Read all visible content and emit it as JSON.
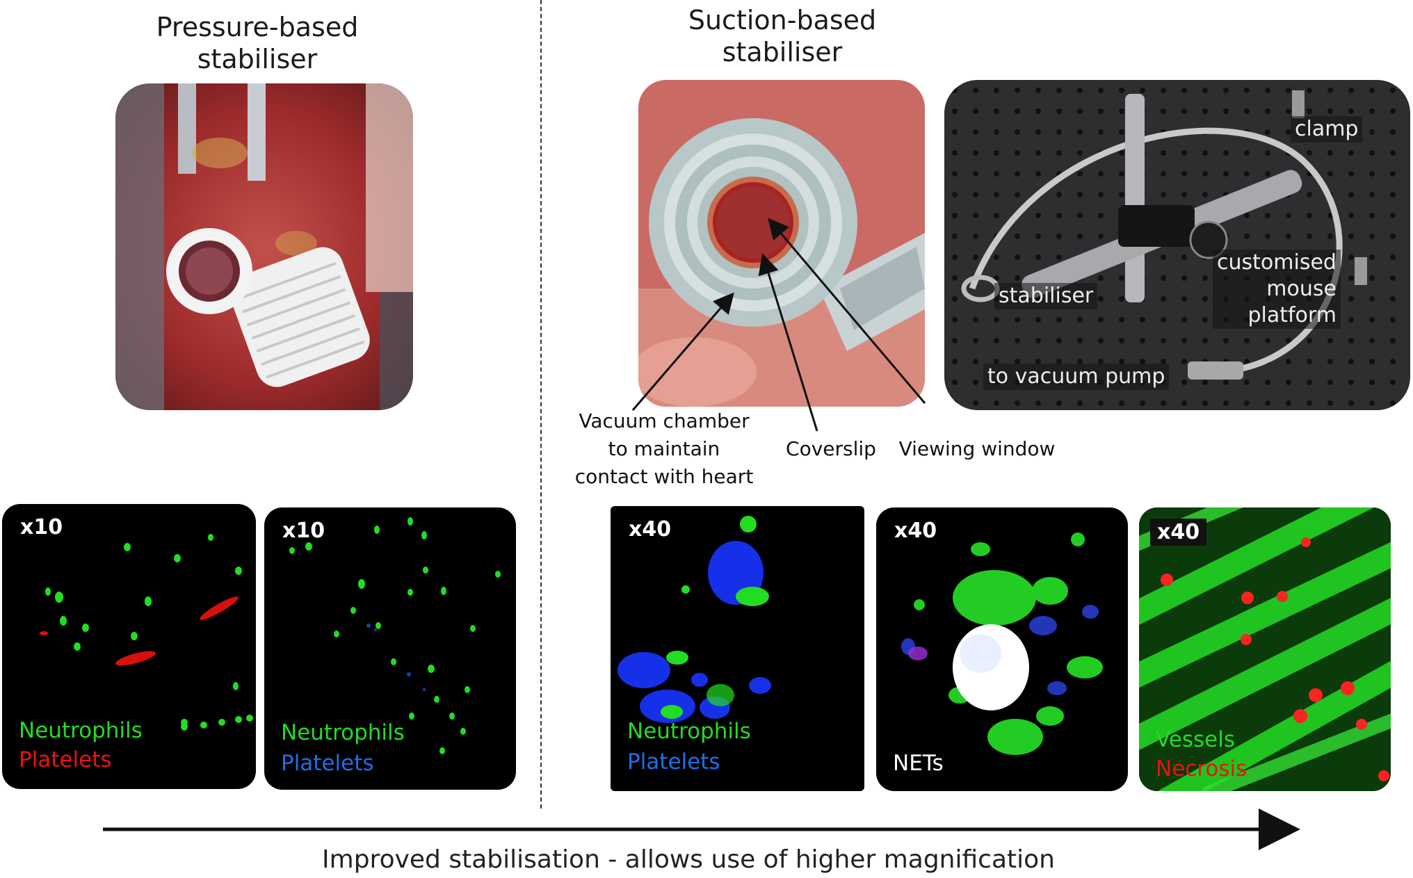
{
  "left_title": "Pressure-based\nstabiliser",
  "right_title": "Suction-based\nstabiliser",
  "callouts": {
    "vacuum": "Vacuum chamber\nto maintain\ncontact with heart",
    "coverslip": "Coverslip",
    "window": "Viewing window"
  },
  "device_labels": {
    "clamp": "clamp",
    "platform": "customised\nmouse\nplatform",
    "stabiliser": "stabiliser",
    "pump": "to vacuum pump"
  },
  "panels": [
    {
      "mag": "x10",
      "legend": [
        "Neutrophils",
        "Platelets"
      ],
      "colors": [
        "#22dd22",
        "#ee1111"
      ]
    },
    {
      "mag": "x10",
      "legend": [
        "Neutrophils",
        "Platelets"
      ],
      "colors": [
        "#22dd22",
        "#1e6fe8"
      ]
    },
    {
      "mag": "x40",
      "legend": [
        "Neutrophils",
        "Platelets"
      ],
      "colors": [
        "#22dd22",
        "#1e6fe8"
      ]
    },
    {
      "mag": "x40",
      "legend": [
        "NETs"
      ],
      "colors": [
        "#ffffff"
      ]
    },
    {
      "mag": "x40",
      "legend": [
        "Vessels",
        "Necrosis"
      ],
      "colors": [
        "#22dd22",
        "#ee1111"
      ]
    }
  ],
  "arrow_caption": "Improved stabilisation - allows use of higher magnification"
}
